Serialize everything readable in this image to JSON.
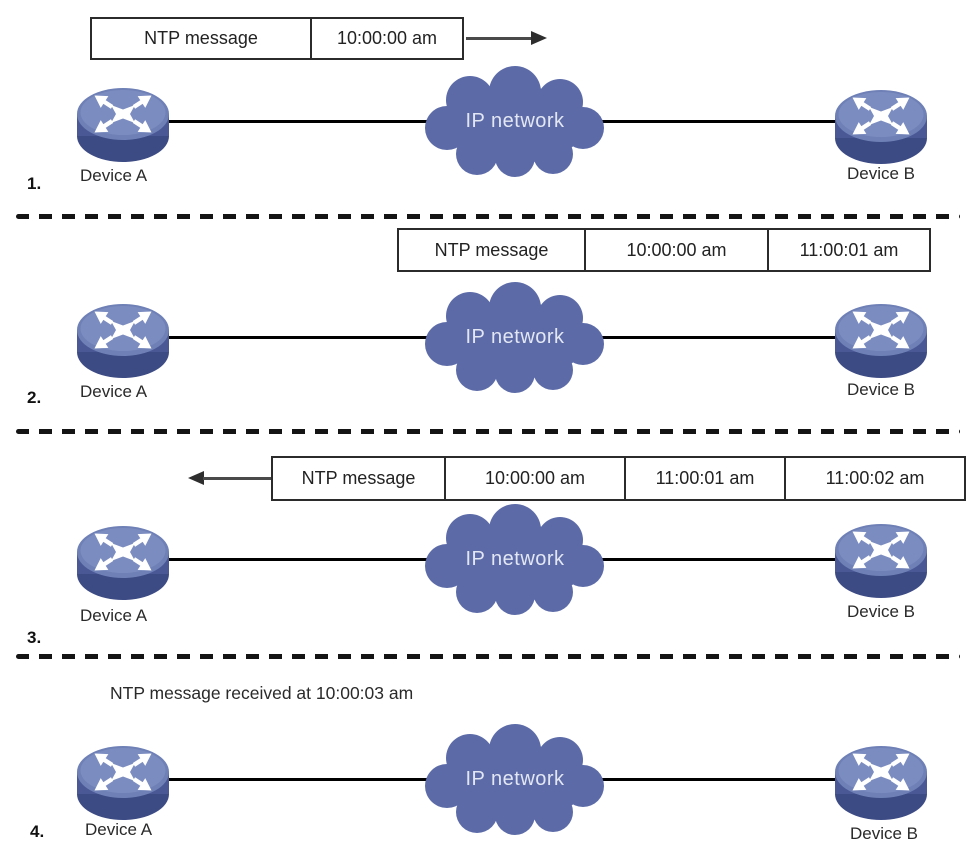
{
  "title": "NTP message exchange diagram",
  "colors": {
    "cloud": "#5c6ba8",
    "router_top": "#7183b8",
    "router_side": "#414f8b",
    "box_border": "#2b2b2b",
    "line": "#000000",
    "arrow": "#4a4a4a"
  },
  "steps": [
    {
      "num": "1.",
      "device_a": "Device A",
      "device_b": "Device B",
      "network": "IP network",
      "box": {
        "cells": [
          "NTP message",
          "10:00:00 am"
        ],
        "arrow": "right"
      }
    },
    {
      "num": "2.",
      "device_a": "Device A",
      "device_b": "Device B",
      "network": "IP network",
      "box": {
        "cells": [
          "NTP message",
          "10:00:00 am",
          "11:00:01 am"
        ],
        "arrow": "none"
      }
    },
    {
      "num": "3.",
      "device_a": "Device A",
      "device_b": "Device B",
      "network": "IP network",
      "box": {
        "cells": [
          "NTP message",
          "10:00:00 am",
          "11:00:01 am",
          "11:00:02 am"
        ],
        "arrow": "left"
      }
    },
    {
      "num": "4.",
      "device_a": "Device A",
      "device_b": "Device B",
      "network": "IP network",
      "caption": "NTP message received at 10:00:03 am"
    }
  ]
}
